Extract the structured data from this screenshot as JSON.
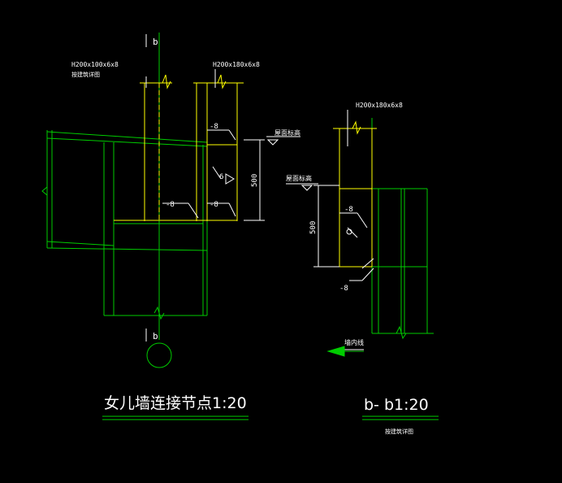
{
  "colors": {
    "background": "#000000",
    "green": "#00cc00",
    "yellow": "#ffff00",
    "white": "#ffffff"
  },
  "left_detail": {
    "section_mark": "b",
    "section_mark_bottom": "b",
    "label_left_profile": "H200x100x6x8",
    "label_left_note": "按建筑详图",
    "label_right_profile": "H200x180x6x8",
    "plate_top": "-8",
    "weld": "6",
    "plate_bottom_right": "-8",
    "plate_center": "-8",
    "elevation_label": "屋面标高",
    "dim_500": "500",
    "title": "女儿墙连接节点1:20"
  },
  "right_detail": {
    "label_profile": "H200x180x6x8",
    "elevation_label": "屋面标高",
    "plate_mid": "-8",
    "dim_500": "500",
    "plate_bottom": "-8",
    "arrow_label": "墙内线",
    "title": "b- b1:20",
    "subtitle": "按建筑详图"
  }
}
